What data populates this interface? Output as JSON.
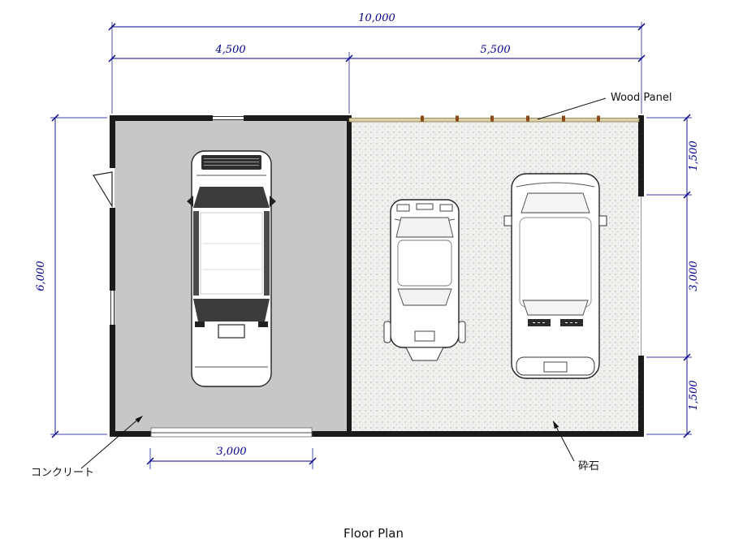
{
  "title": "Floor Plan",
  "dimensions": {
    "overall_width": "10,000",
    "left_bay_width": "4,500",
    "right_bay_width": "5,500",
    "overall_depth": "6,000",
    "right_top": "1,500",
    "right_middle": "3,000",
    "right_bottom": "1,500",
    "door_opening": "3,000"
  },
  "labels": {
    "wood_panel": "Wood Panel",
    "concrete": "コンクリート",
    "gravel": "砕石"
  },
  "colors": {
    "dimension": "#00008B",
    "wall": "#1a1a1a",
    "concrete_fill": "#c7c7c7",
    "gravel_dot": "#9a9a95",
    "wood_panel": "#8a4a1a"
  }
}
